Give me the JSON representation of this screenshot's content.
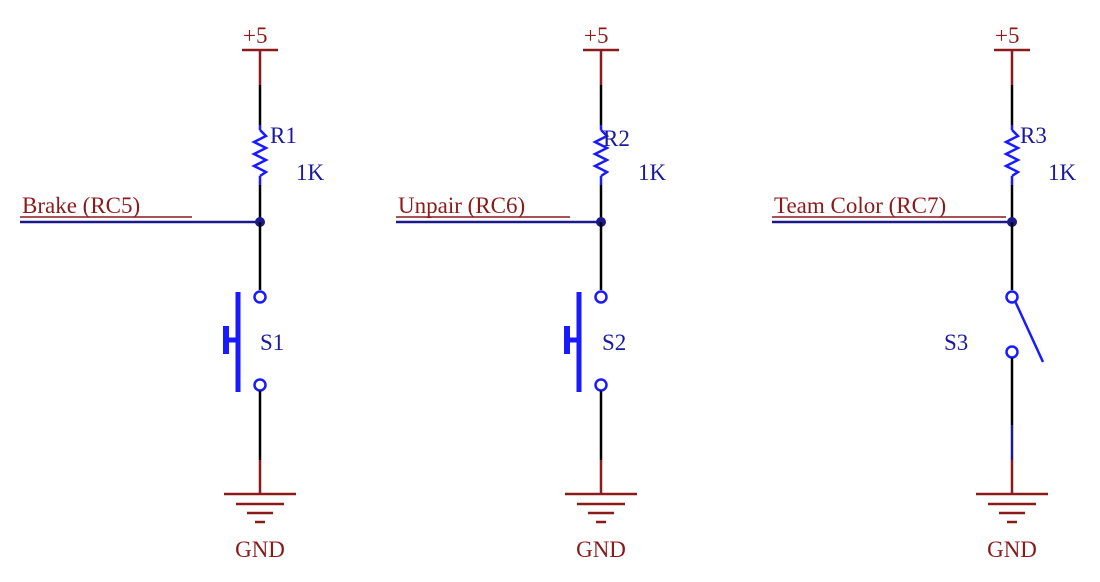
{
  "colors": {
    "power": "#8b1a1a",
    "net": "#1a1a8c",
    "wire": "#000000",
    "component": "#1a1aff",
    "label": "#1a1aa0"
  },
  "circuits": [
    {
      "supply": "+5",
      "resistor": {
        "ref": "R1",
        "value": "1K"
      },
      "net_label": "Brake (RC5)",
      "switch": {
        "ref": "S1",
        "type": "pushbutton"
      },
      "ground": "GND"
    },
    {
      "supply": "+5",
      "resistor": {
        "ref": "R2",
        "value": "1K"
      },
      "net_label": "Unpair (RC6)",
      "switch": {
        "ref": "S2",
        "type": "pushbutton"
      },
      "ground": "GND"
    },
    {
      "supply": "+5",
      "resistor": {
        "ref": "R3",
        "value": "1K"
      },
      "net_label": "Team Color (RC7)",
      "switch": {
        "ref": "S3",
        "type": "toggle"
      },
      "ground": "GND"
    }
  ]
}
